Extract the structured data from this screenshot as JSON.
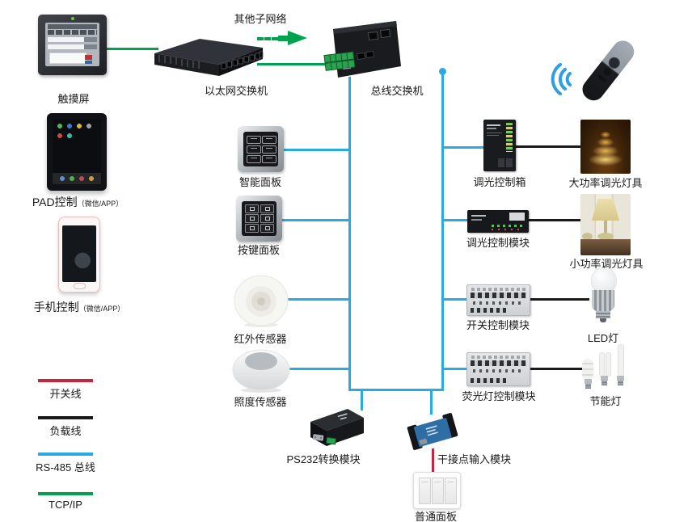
{
  "diagram": {
    "top": {
      "other_network_label": "其他子网络"
    },
    "devices": {
      "touchscreen": {
        "label": "触摸屏"
      },
      "ethernet_switch": {
        "label": "以太网交换机"
      },
      "bus_switch": {
        "label": "总线交换机"
      },
      "pad": {
        "label": "PAD控制",
        "sublabel": "（微信/APP）"
      },
      "phone": {
        "label": "手机控制",
        "sublabel": "（微信/APP）"
      },
      "smart_panel": {
        "label": "智能面板"
      },
      "key_panel": {
        "label": "按键面板"
      },
      "ir_sensor": {
        "label": "红外传感器"
      },
      "lux_sensor": {
        "label": "照度传感器"
      },
      "dimming_box": {
        "label": "调光控制箱"
      },
      "high_power_lamp": {
        "label": "大功率调光灯具"
      },
      "dimming_module": {
        "label": "调光控制模块"
      },
      "low_power_lamp": {
        "label": "小功率调光灯具"
      },
      "switch_module": {
        "label": "开关控制模块"
      },
      "led_lamp": {
        "label": "LED灯"
      },
      "fluorescent_module": {
        "label": "荧光灯控制模块"
      },
      "energy_saving_lamp": {
        "label": "节能灯"
      },
      "ps232_module": {
        "label": "PS232转换模块"
      },
      "dry_contact_module": {
        "label": "干接点输入模块"
      },
      "plain_panel": {
        "label": "普通面板"
      }
    },
    "legend": {
      "items": [
        {
          "label": "开关线",
          "color": "#C5263C"
        },
        {
          "label": "负载线",
          "color": "#1A1A1A"
        },
        {
          "label": "RS-485 总线",
          "color": "#29ABE2"
        },
        {
          "label": "TCP/IP",
          "color": "#00A14F"
        }
      ]
    },
    "line_colors": {
      "tcp_ip": "#00A14F",
      "rs485_bus": "#29ABE2",
      "load_line": "#1A1A1A",
      "switch_line": "#C5263C"
    },
    "icons": {
      "wireless": "wifi-signal-icon"
    }
  }
}
